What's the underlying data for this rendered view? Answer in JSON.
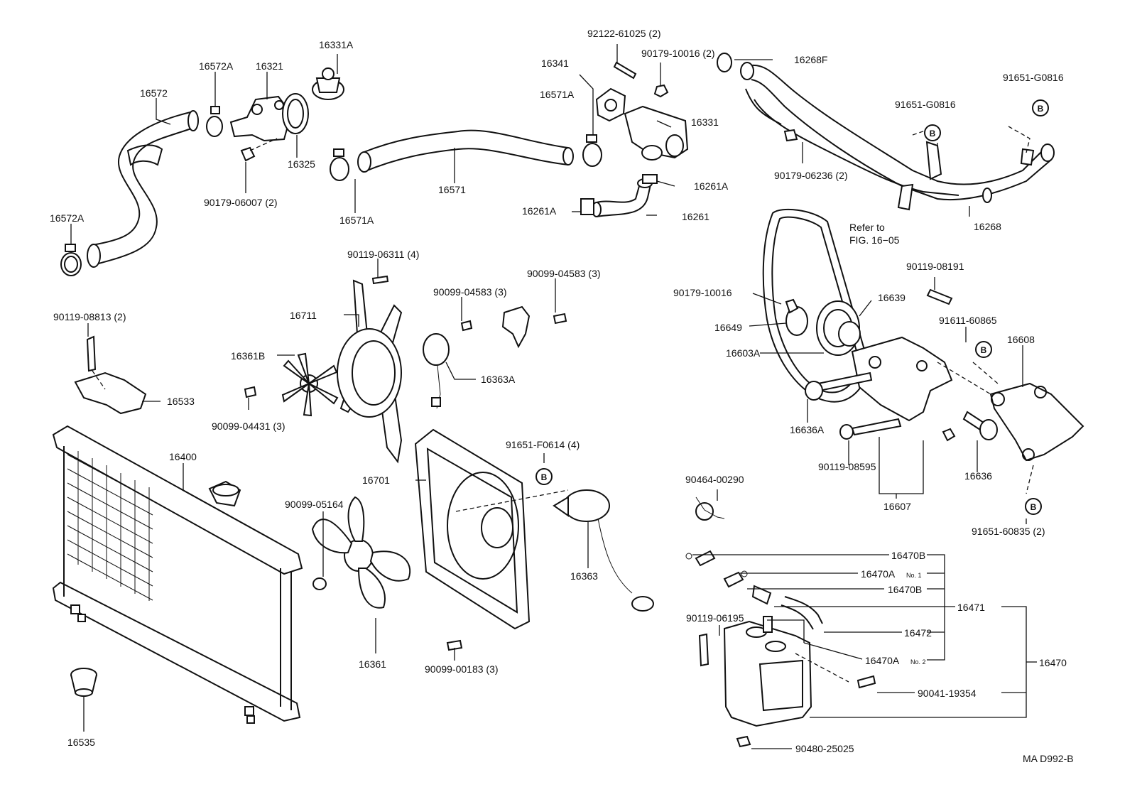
{
  "diagram": {
    "code": "MA D992-B",
    "callout_badge": "B",
    "labels": {
      "p16572": "16572",
      "p16572A_top": "16572A",
      "p16572A_left": "16572A",
      "p16321": "16321",
      "p16331A": "16331A",
      "p16325": "16325",
      "p90179_06007": "90179-06007 (2)",
      "p16571": "16571",
      "p16571A_left": "16571A",
      "p16571A_mid": "16571A",
      "p92122_61025": "92122-61025 (2)",
      "p90179_10016_top": "90179-10016 (2)",
      "p16341": "16341",
      "p16331": "16331",
      "p16261A_right": "16261A",
      "p16261A_left": "16261A",
      "p16261": "16261",
      "p16268F": "16268F",
      "p91651_G0816_a": "91651-G0816",
      "p91651_G0816_b": "91651-G0816",
      "p90179_06236": "90179-06236 (2)",
      "p16268": "16268",
      "refer_line1": "Refer to",
      "refer_line2": "FIG. 16−05",
      "p90119_06311": "90119-06311 (4)",
      "p90099_04583_a": "90099-04583 (3)",
      "p90099_04583_b": "90099-04583 (3)",
      "p16711": "16711",
      "p16361B": "16361B",
      "p16363A": "16363A",
      "p90099_04431": "90099-04431 (3)",
      "p90119_08813": "90119-08813 (2)",
      "p16533": "16533",
      "p90119_08191": "90119-08191",
      "p90179_10016_mid": "90179-10016",
      "p16639": "16639",
      "p16649": "16649",
      "p91611_60865": "91611-60865",
      "p16603A": "16603A",
      "p16608": "16608",
      "p16636A": "16636A",
      "p90119_08595": "90119-08595",
      "p16636": "16636",
      "p16607": "16607",
      "p91651_60835": "91651-60835 (2)",
      "p16400": "16400",
      "p91651_F0614": "91651-F0614 (4)",
      "p16701": "16701",
      "p90099_05164": "90099-05164",
      "p16363": "16363",
      "p16361": "16361",
      "p90099_00183": "90099-00183 (3)",
      "p90464_00290": "90464-00290",
      "p16470B_a": "16470B",
      "p16470A_no1": "16470A",
      "no1": "No. 1",
      "p16470B_b": "16470B",
      "p16471": "16471",
      "p16472": "16472",
      "p90119_06195": "90119-06195",
      "p16470A_no2": "16470A",
      "no2": "No. 2",
      "p16470": "16470",
      "p90041_19354": "90041-19354",
      "p90480_25025": "90480-25025",
      "p16535": "16535"
    }
  }
}
